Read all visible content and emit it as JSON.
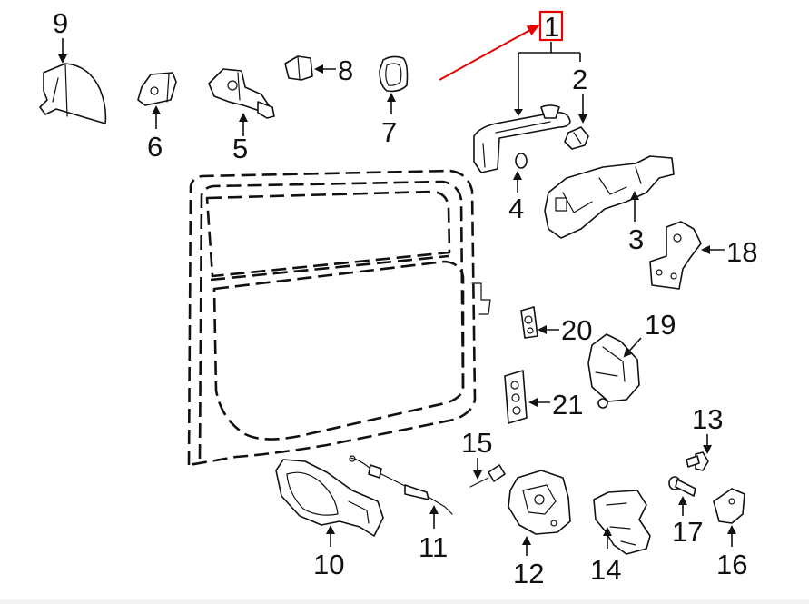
{
  "callouts": {
    "c1": "1",
    "c2": "2",
    "c3": "3",
    "c4": "4",
    "c5": "5",
    "c6": "6",
    "c7": "7",
    "c8": "8",
    "c9": "9",
    "c10": "10",
    "c11": "11",
    "c12": "12",
    "c13": "13",
    "c14": "14",
    "c15": "15",
    "c16": "16",
    "c17": "17",
    "c18": "18",
    "c19": "19",
    "c20": "20",
    "c21": "21"
  },
  "highlight": {
    "callout": "1",
    "color": "#e60000"
  },
  "colors": {
    "line": "#111111",
    "background": "#ffffff"
  }
}
